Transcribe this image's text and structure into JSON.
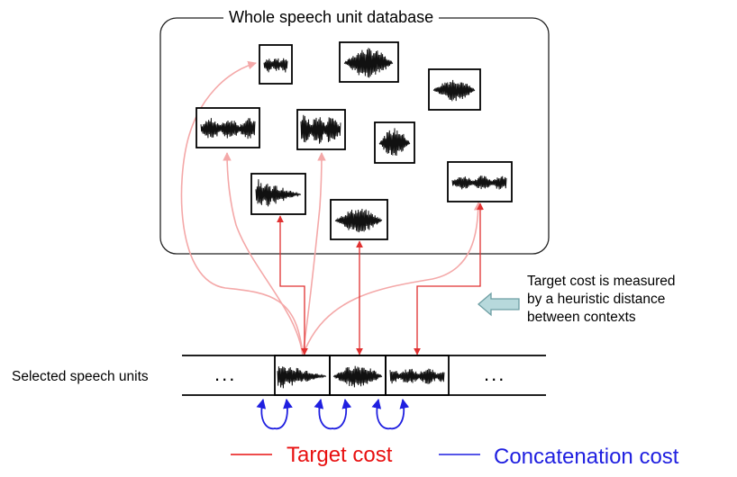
{
  "database": {
    "title": "Whole speech unit  database"
  },
  "note": {
    "lines": [
      "Target cost is measured",
      "by a heuristic distance",
      "between contexts"
    ]
  },
  "selected": {
    "label": "Selected speech units",
    "ellipsis_left": "...",
    "ellipsis_right": "..."
  },
  "legend": {
    "target_label": "Target cost",
    "target_color": "#e81010",
    "concat_label": "Concatenation cost",
    "concat_color": "#1f1fe0"
  },
  "colors": {
    "target_arrow": "#e03030",
    "target_faint_arrow": "#f4a8a8",
    "concat_arrow": "#1f1fe0",
    "hint_arrow_fill": "#b7d9dc",
    "hint_arrow_stroke": "#6d9ea3"
  }
}
